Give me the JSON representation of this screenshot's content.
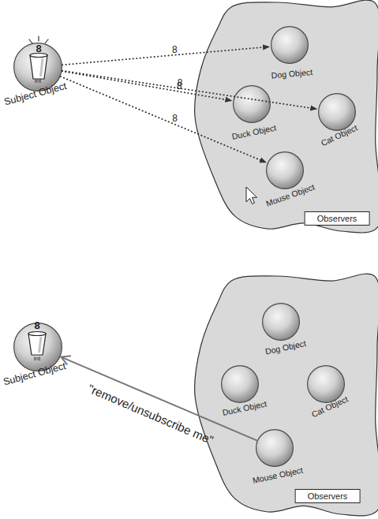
{
  "diagram": {
    "nodes": [
      {
        "text": [
          "8",
          "int",
          "Subject Object"
        ]
      },
      {
        "text": [
          "Observers"
        ]
      },
      {
        "text": [
          "Dog Object"
        ],
        "in": 1
      },
      {
        "text": [
          "Duck Object"
        ],
        "in": 1
      },
      {
        "text": [
          "Cat Object"
        ],
        "in": 1
      },
      {
        "text": [
          "Mouse Object"
        ],
        "in": 1
      },
      {
        "text": [
          "8",
          "int",
          "Subject Object"
        ]
      },
      {
        "text": [
          "Observers"
        ]
      },
      {
        "text": [
          "Dog Object"
        ],
        "in": 7
      },
      {
        "text": [
          "Duck Object"
        ],
        "in": 7
      },
      {
        "text": [
          "Cat Object"
        ],
        "in": 7
      },
      {
        "text": [
          "Mouse Object"
        ],
        "in": 7
      }
    ],
    "edges": [
      {
        "from": 0,
        "to": 2,
        "label": "8",
        "arrow": "to"
      },
      {
        "from": 0,
        "to": 4,
        "label": "8",
        "arrow": "to"
      },
      {
        "from": 0,
        "to": 3,
        "label": "8",
        "arrow": "to"
      },
      {
        "from": 0,
        "to": 5,
        "label": "8",
        "arrow": "to"
      },
      {
        "from": 11,
        "to": 6,
        "label": "\"remove/unsubscribe me\"",
        "arrow": "to"
      }
    ]
  }
}
